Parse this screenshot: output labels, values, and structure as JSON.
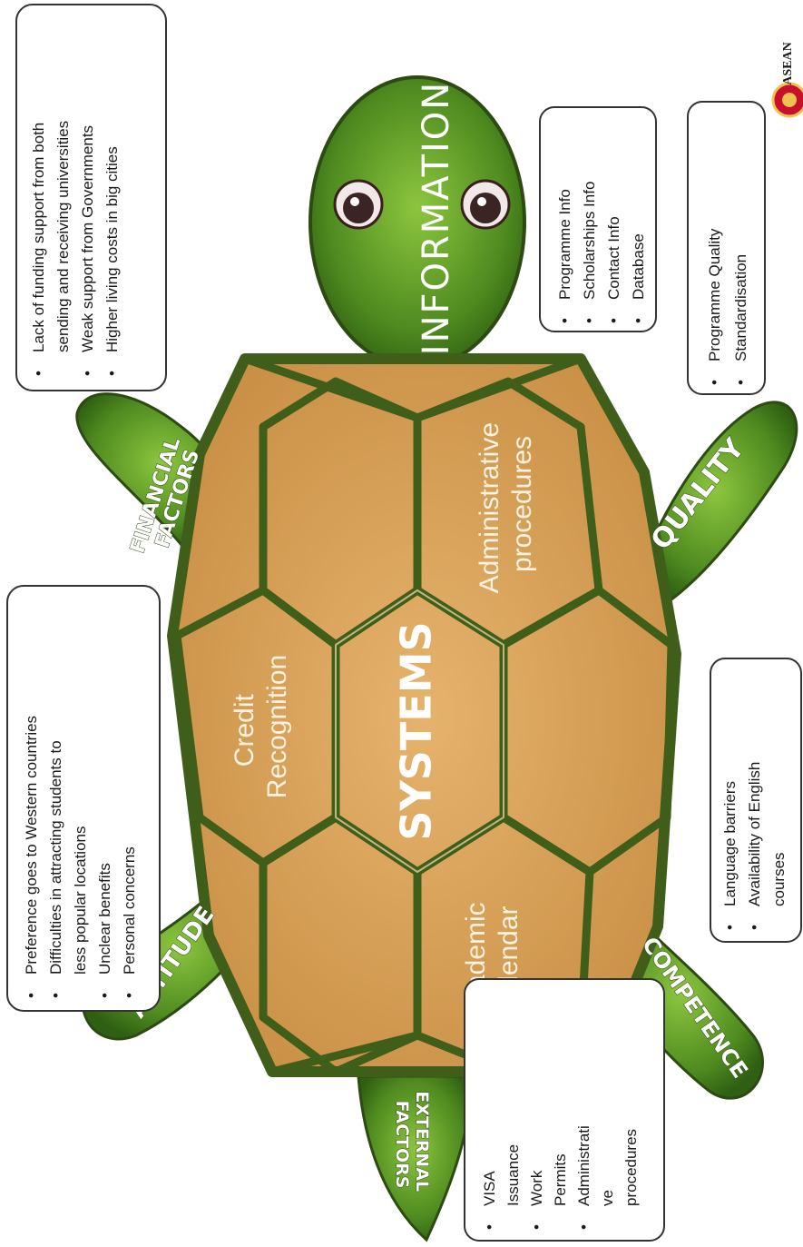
{
  "head_label": "INFORMATION",
  "shell": {
    "center_label": "SYSTEMS",
    "plates": [
      {
        "id": "admin",
        "lines": [
          "Administrative",
          "procedures"
        ]
      },
      {
        "id": "credit",
        "lines": [
          "Credit",
          "Recognition"
        ]
      },
      {
        "id": "academic",
        "lines": [
          "Academic",
          "calendar"
        ]
      }
    ]
  },
  "limbs": {
    "financial": [
      "FINANCIAL",
      "FACTORS"
    ],
    "quality": [
      "QUALITY"
    ],
    "attitude": [
      "ATTITUDE"
    ],
    "competence": [
      "COMPETENCE"
    ],
    "external": [
      "EXTERNAL",
      "FACTORS"
    ]
  },
  "boxes": {
    "financial": [
      [
        "Lack of funding support from both",
        "sending and receiving universities"
      ],
      [
        "Weak support from Governments"
      ],
      [
        "Higher living costs in big cities"
      ]
    ],
    "information": [
      [
        "Programme Info"
      ],
      [
        "Scholarships Info"
      ],
      [
        "Contact Info"
      ],
      [
        "Database"
      ]
    ],
    "quality": [
      [
        "Programme Quality"
      ],
      [
        "Standardisation"
      ]
    ],
    "attitude": [
      [
        "Preference goes to Western countries"
      ],
      [
        "Difficulties in attracting students to",
        "less popular locations"
      ],
      [
        "Unclear benefits"
      ],
      [
        "Personal concerns"
      ]
    ],
    "competence": [
      [
        "Language barriers"
      ],
      [
        "Availability of English",
        "courses"
      ]
    ],
    "external": [
      [
        "VISA",
        "Issuance"
      ],
      [
        "Work",
        "Permits"
      ],
      [
        "Administrati",
        "ve",
        "procedures"
      ]
    ]
  },
  "logo_text": "ASEAN"
}
